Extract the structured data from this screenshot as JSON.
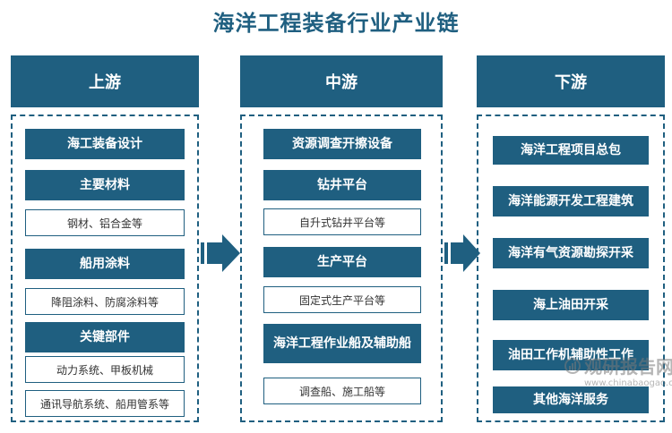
{
  "title": "海洋工程装备行业产业链",
  "colors": {
    "primary": "#1f5f80",
    "background": "#ffffff",
    "text": "#333333"
  },
  "columns": {
    "upstream": {
      "header": "上游",
      "items": [
        {
          "label": "海工装备设计"
        },
        {
          "label": "主要材料",
          "detail": "钢材、铝合金等"
        },
        {
          "label": "船用涂料",
          "detail": "降阻涂料、防腐涂料等"
        },
        {
          "label": "关键部件",
          "details": [
            "动力系统、甲板机械",
            "通讯导航系统、船用管系等"
          ]
        }
      ]
    },
    "midstream": {
      "header": "中游",
      "items": [
        {
          "label": "资源调查开擦设备"
        },
        {
          "label": "钻井平台",
          "detail": "自升式钻井平台等"
        },
        {
          "label": "生产平台",
          "detail": "固定式生产平台等"
        },
        {
          "label": "海洋工程作业船及辅助船",
          "detail": "调查船、施工船等"
        }
      ]
    },
    "downstream": {
      "header": "下游",
      "items": [
        {
          "label": "海洋工程项目总包"
        },
        {
          "label": "海洋能源开发工程建筑"
        },
        {
          "label": "海洋有气资源勘探开采"
        },
        {
          "label": "海上油田开采"
        },
        {
          "label": "油田工作机辅助性工作"
        },
        {
          "label": "其他海洋服务"
        }
      ]
    }
  },
  "arrows": [
    "arrow-right-icon",
    "arrow-right-icon"
  ],
  "watermark": {
    "brand": "观研报告网",
    "url": "www.chinabaogao.com",
    "icon": "chart-logo-icon"
  }
}
